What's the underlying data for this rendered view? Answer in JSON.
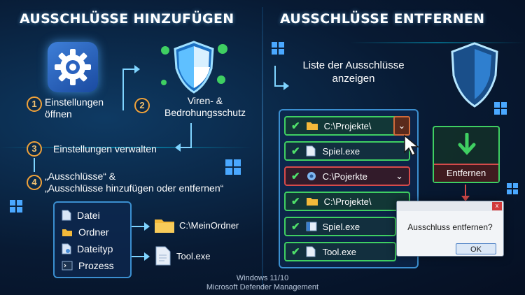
{
  "left": {
    "title": "AUSSCHLÜSSE HINZUFÜGEN",
    "steps": [
      {
        "num": "1",
        "label": "Einstellungen öffnen"
      },
      {
        "num": "2",
        "label_line1": "Viren- &",
        "label_line2": "Bedrohungsschutz"
      },
      {
        "num": "3",
        "label": "Einstellungen verwalten"
      },
      {
        "num": "4",
        "label_line1": "„Ausschlüsse“ &",
        "label_line2": "„Ausschlüsse hinzufügen oder entfernen“"
      }
    ],
    "types": [
      "Datei",
      "Ordner",
      "Dateityp",
      "Prozess"
    ],
    "examples": {
      "folder": "C:\\MeinOrdner",
      "file": "Tool.exe"
    }
  },
  "right": {
    "title": "AUSSCHLÜSSE ENTFERNEN",
    "list_label_line1": "Liste der Ausschlüsse",
    "list_label_line2": "anzeigen",
    "items": [
      {
        "text": "C:\\Projekte\\",
        "style": "green",
        "icon": "folder-icon"
      },
      {
        "text": "Spiel.exe",
        "style": "plain",
        "icon": "file-icon"
      },
      {
        "text": "C:\\Pojerkte",
        "style": "red",
        "icon": "gear-file-icon"
      },
      {
        "text": "C:\\Projekte\\",
        "style": "green",
        "icon": "folder-icon"
      },
      {
        "text": "Spiel.exe",
        "style": "plain",
        "icon": "exe-icon"
      },
      {
        "text": "Tool.exe",
        "style": "plain",
        "icon": "file-icon"
      }
    ],
    "remove_label": "Entfernen",
    "dialog": {
      "message": "Ausschluss entfernen?",
      "ok": "OK",
      "close": "x"
    }
  },
  "footer": {
    "line1": "Windows 11/10",
    "line2": "Microsoft Defender Management"
  },
  "colors": {
    "accent": "#00d8ff",
    "green": "#3fcf62",
    "red": "#d64a4a",
    "orange": "#f0a23a"
  }
}
